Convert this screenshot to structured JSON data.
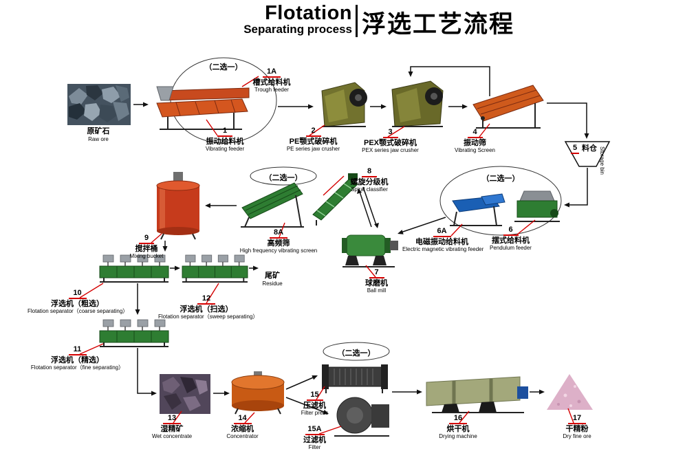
{
  "title": {
    "en_main": "Flotation",
    "en_sub": "Separating process",
    "zh": "浮选工艺流程"
  },
  "choice_label": "（二选一）",
  "colors": {
    "callout_red": "#d40000",
    "machine_green": "#2e7d32",
    "machine_orange": "#cc4a1c",
    "machine_blue": "#1a5fb4"
  },
  "nodes": {
    "raw_ore": {
      "zh": "原矿石",
      "en": "Raw ore"
    },
    "trough_feeder": {
      "num": "1A",
      "zh": "槽式给料机",
      "en": "Trough feeder"
    },
    "vibrating_feeder": {
      "num": "1",
      "zh": "振动给料机",
      "en": "Vibrating feeder"
    },
    "pe_jaw_crusher": {
      "num": "2",
      "zh": "PE颚式破碎机",
      "en": "PE series jaw crusher"
    },
    "pex_jaw_crusher": {
      "num": "3",
      "zh": "PEX颚式破碎机",
      "en": "PEX series jaw crusher"
    },
    "vibrating_screen": {
      "num": "4",
      "zh": "振动筛",
      "en": "Vibrating Screen"
    },
    "storage_bin": {
      "num": "5",
      "zh": "料仓",
      "en": "Storage bin"
    },
    "pendulum_feeder": {
      "num": "6",
      "zh": "摆式给料机",
      "en": "Pendulum feeder"
    },
    "em_vibrating_feeder": {
      "num": "6A",
      "zh": "电磁振动给料机",
      "en": "Electric magnetic vibrating feeder"
    },
    "ball_mill": {
      "num": "7",
      "zh": "球磨机",
      "en": "Ball mill"
    },
    "spiral_classifier": {
      "num": "8",
      "zh": "螺旋分级机",
      "en": "Spiral classifier"
    },
    "high_freq_screen": {
      "num": "8A",
      "zh": "高频筛",
      "en": "High frequency vibrating screen"
    },
    "mixing_bucket": {
      "num": "9",
      "zh": "搅拌桶",
      "en": "Mixing bucket"
    },
    "flotation_coarse": {
      "num": "10",
      "zh": "浮选机（粗选）",
      "en": "Flotation separator（coarse separating）"
    },
    "flotation_fine": {
      "num": "11",
      "zh": "浮选机（精选）",
      "en": "Flotation separator（fine separating）"
    },
    "flotation_sweep": {
      "num": "12",
      "zh": "浮选机（扫选）",
      "en": "Flotation separator（sweep separating）"
    },
    "residue": {
      "zh": "尾矿",
      "en": "Residue"
    },
    "wet_concentrate": {
      "num": "13",
      "zh": "湿精矿",
      "en": "Wet concentrate"
    },
    "concentrator": {
      "num": "14",
      "zh": "浓缩机",
      "en": "Concentrator"
    },
    "filter_press": {
      "num": "15",
      "zh": "压滤机",
      "en": "Filter press"
    },
    "filter": {
      "num": "15A",
      "zh": "过滤机",
      "en": "Filter"
    },
    "dryer": {
      "num": "16",
      "zh": "烘干机",
      "en": "Drying machine"
    },
    "dry_fine_ore": {
      "num": "17",
      "zh": "干精粉",
      "en": "Dry fine ore"
    }
  }
}
